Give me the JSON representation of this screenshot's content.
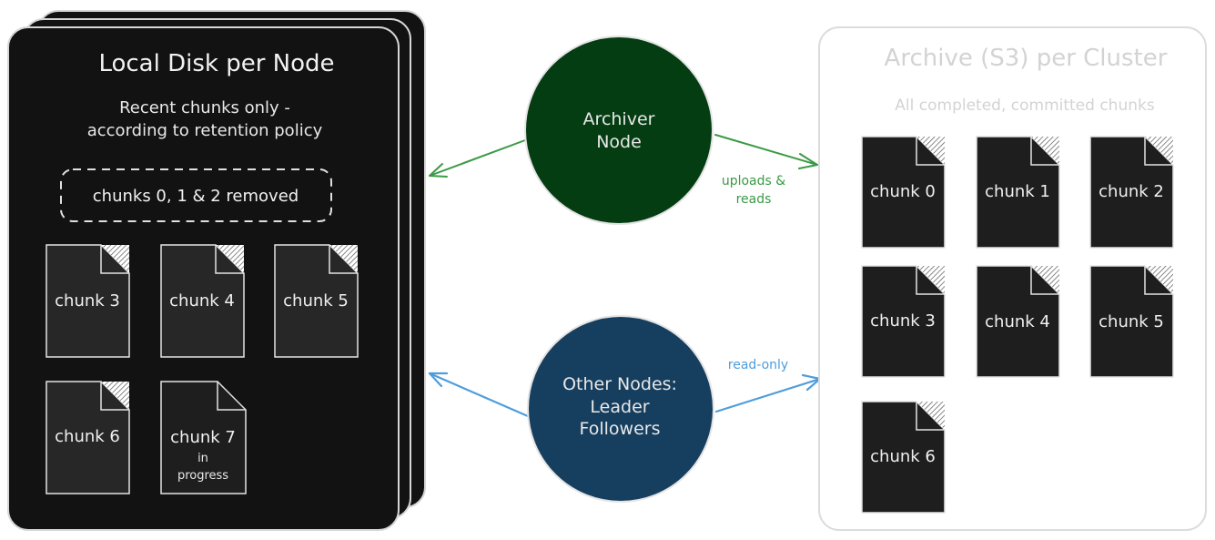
{
  "colors": {
    "background": "#ffffff",
    "panel_dark": "#121212",
    "panel_edge": "#d6d6d6",
    "chunk_fill": "#1e1e1e",
    "chunk_dark_fill": "#272727",
    "archiver_fill": "#053d12",
    "other_nodes_fill": "#163e5e",
    "node_outline": "#e4e4e4",
    "green_arrow": "#3a9a45",
    "blue_arrow": "#4f9ddb",
    "archive_title_text": "#d3d3d3",
    "archive_border": "#dcdcdc"
  },
  "local_disk": {
    "title": "Local Disk per Node",
    "subtitle_line1": "Recent chunks only -",
    "subtitle_line2": "according to retention policy",
    "removed_note": "chunks 0, 1 & 2 removed",
    "chunks": [
      {
        "label": "chunk 3"
      },
      {
        "label": "chunk 4"
      },
      {
        "label": "chunk 5"
      },
      {
        "label": "chunk 6"
      },
      {
        "label": "chunk 7",
        "status_line1": "in",
        "status_line2": "progress"
      }
    ]
  },
  "archiver": {
    "line1": "Archiver",
    "line2": "Node"
  },
  "other_nodes": {
    "line1": "Other Nodes:",
    "line2": "Leader",
    "line3": "Followers"
  },
  "edges": {
    "archiver_to_archive_label_line1": "uploads &",
    "archiver_to_archive_label_line2": "reads",
    "other_to_archive_label": "read-only"
  },
  "archive": {
    "title": "Archive (S3) per Cluster",
    "subtitle": "All completed, committed chunks",
    "chunks": [
      {
        "label": "chunk 0"
      },
      {
        "label": "chunk 1"
      },
      {
        "label": "chunk 2"
      },
      {
        "label": "chunk 3"
      },
      {
        "label": "chunk 4"
      },
      {
        "label": "chunk 5"
      },
      {
        "label": "chunk 6"
      }
    ]
  }
}
